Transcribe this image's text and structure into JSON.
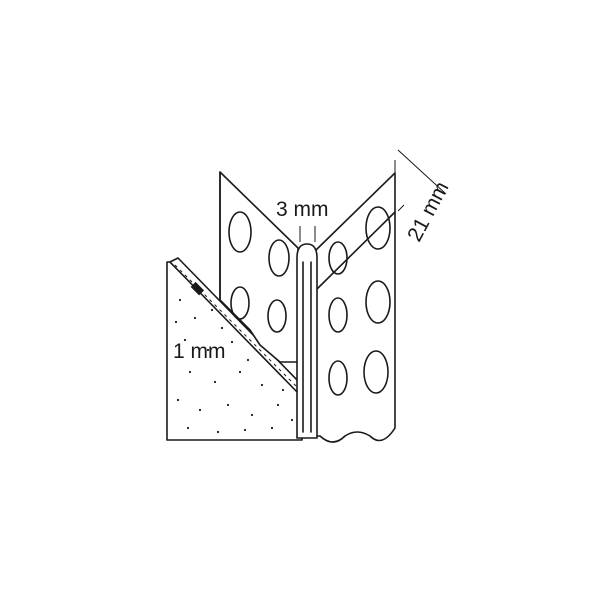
{
  "labels": {
    "nose_width": "3 mm",
    "wing_length": "21 mm",
    "plaster_thickness": "1 mm"
  },
  "colors": {
    "ink": "#1a1a1a",
    "background": "#ffffff"
  }
}
